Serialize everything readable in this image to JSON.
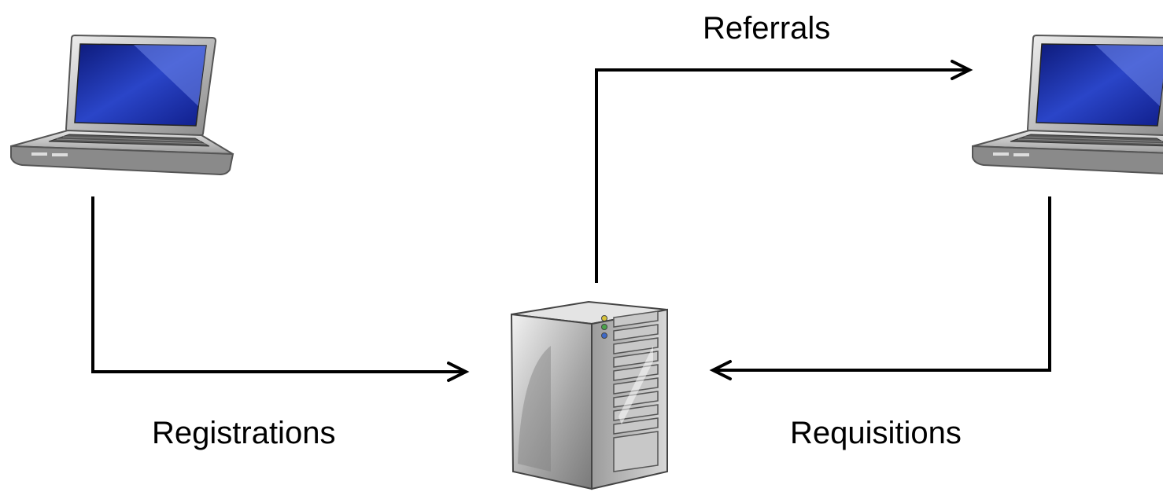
{
  "diagram": {
    "nodes": [
      {
        "id": "left-laptop",
        "icon": "laptop-icon"
      },
      {
        "id": "right-laptop",
        "icon": "laptop-icon"
      },
      {
        "id": "server",
        "icon": "server-tower-icon"
      }
    ],
    "edges": [
      {
        "from": "left-laptop",
        "to": "server",
        "label": "Registrations"
      },
      {
        "from": "server",
        "to": "right-laptop",
        "label": "Referrals"
      },
      {
        "from": "right-laptop",
        "to": "server",
        "label": "Requisitions"
      }
    ],
    "colors": {
      "screen": "#1a2d9c",
      "screen_highlight": "#5a74e0",
      "laptop_body": "#c9c9c9",
      "server_body": "#b5b5b5",
      "arrow": "#000000"
    }
  }
}
